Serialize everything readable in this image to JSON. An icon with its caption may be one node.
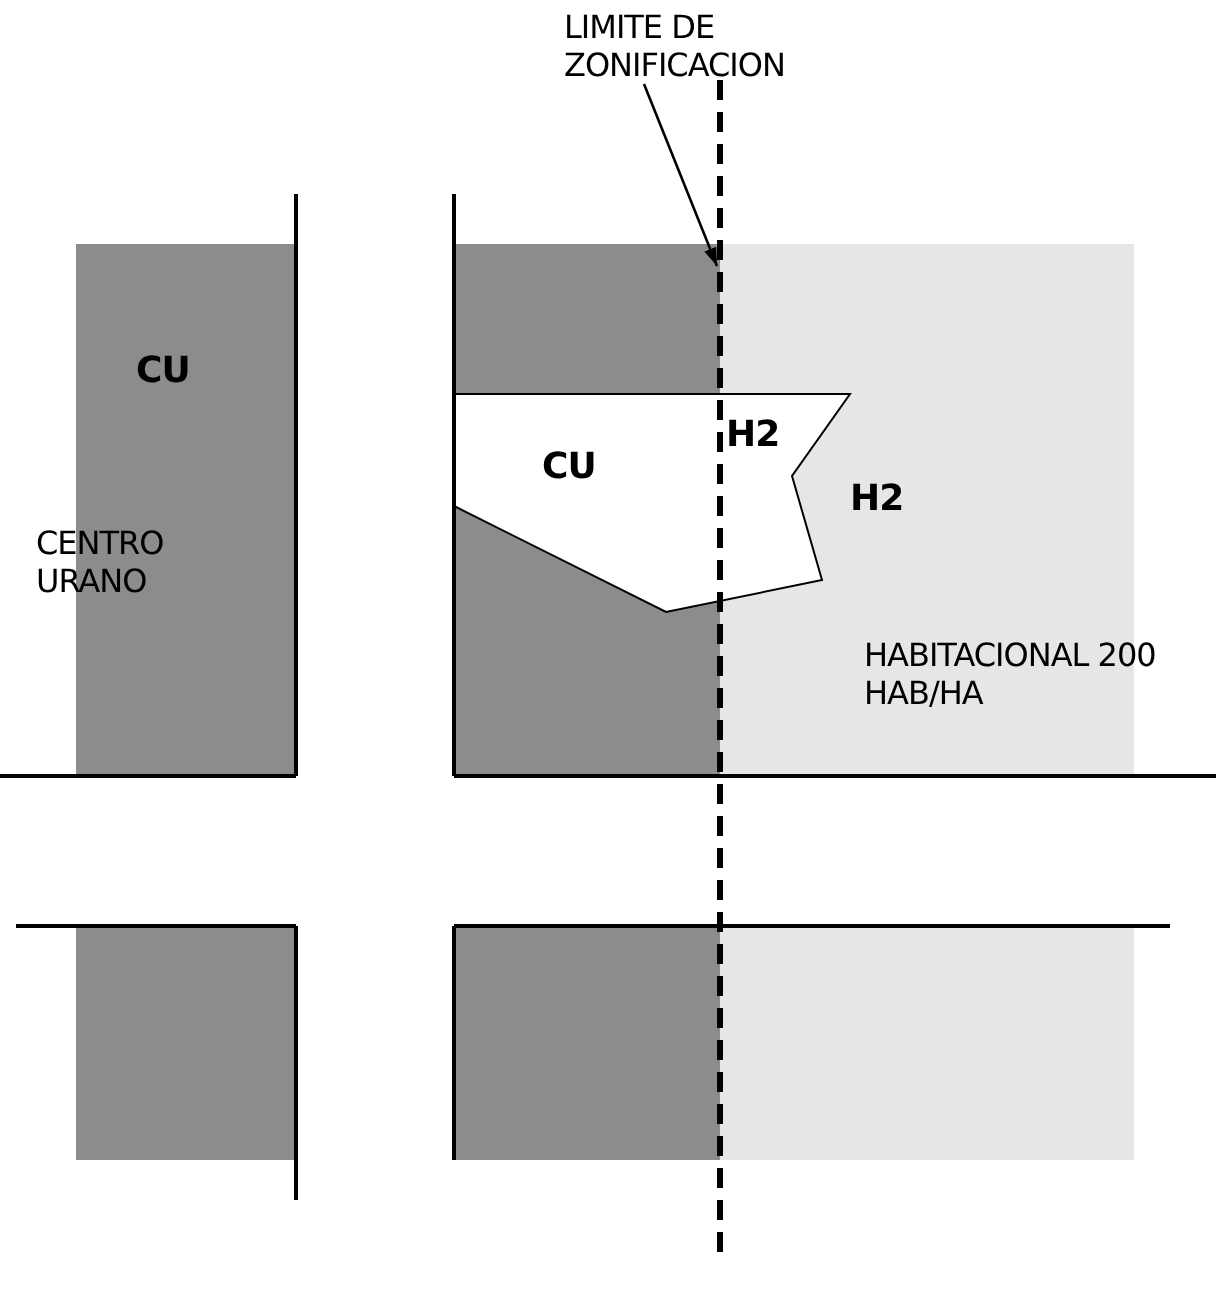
{
  "diagram": {
    "nodes": [
      {
        "text": [
          "LIMITE DE ZONIFICACION"
        ]
      },
      {
        "text": [],
        "shape": "line"
      }
    ],
    "edges": [
      {
        "from": 0,
        "to": 1,
        "arrow": "to"
      }
    ],
    "labels": [
      "CU",
      "CU",
      "H2",
      "H2",
      "CENTRO URANO",
      "HABITACIONAL 200 HAB/HA"
    ]
  }
}
